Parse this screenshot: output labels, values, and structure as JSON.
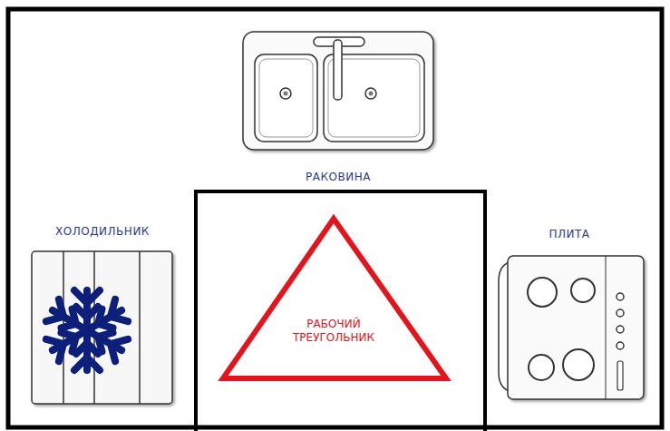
{
  "diagram": {
    "nodes": [
      {
        "text": [
          "РАКОВИНА"
        ]
      },
      {
        "text": [
          "ХОЛОДИЛЬНИК"
        ]
      },
      {
        "text": [
          "РАБОЧИЙ ТРЕУГОЛЬНИК"
        ]
      },
      {
        "text": [
          "ПЛИТА"
        ]
      }
    ]
  }
}
